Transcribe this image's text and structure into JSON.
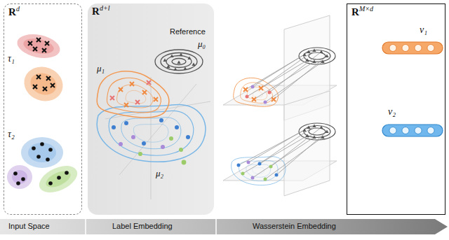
{
  "diagram": {
    "nodes": [
      {
        "text": [
          "R",
          "d",
          "τ₁",
          "τ₂"
        ]
      },
      {
        "text": [
          "R",
          "d+l",
          "Reference",
          "μ₀",
          "μ₁",
          "μ₂"
        ]
      },
      {
        "text": [
          "R",
          "M×d",
          "v₁",
          "v₂"
        ]
      }
    ],
    "labels": [
      "Input Space",
      "Label Embedding",
      "Wasserstein Embedding"
    ]
  }
}
